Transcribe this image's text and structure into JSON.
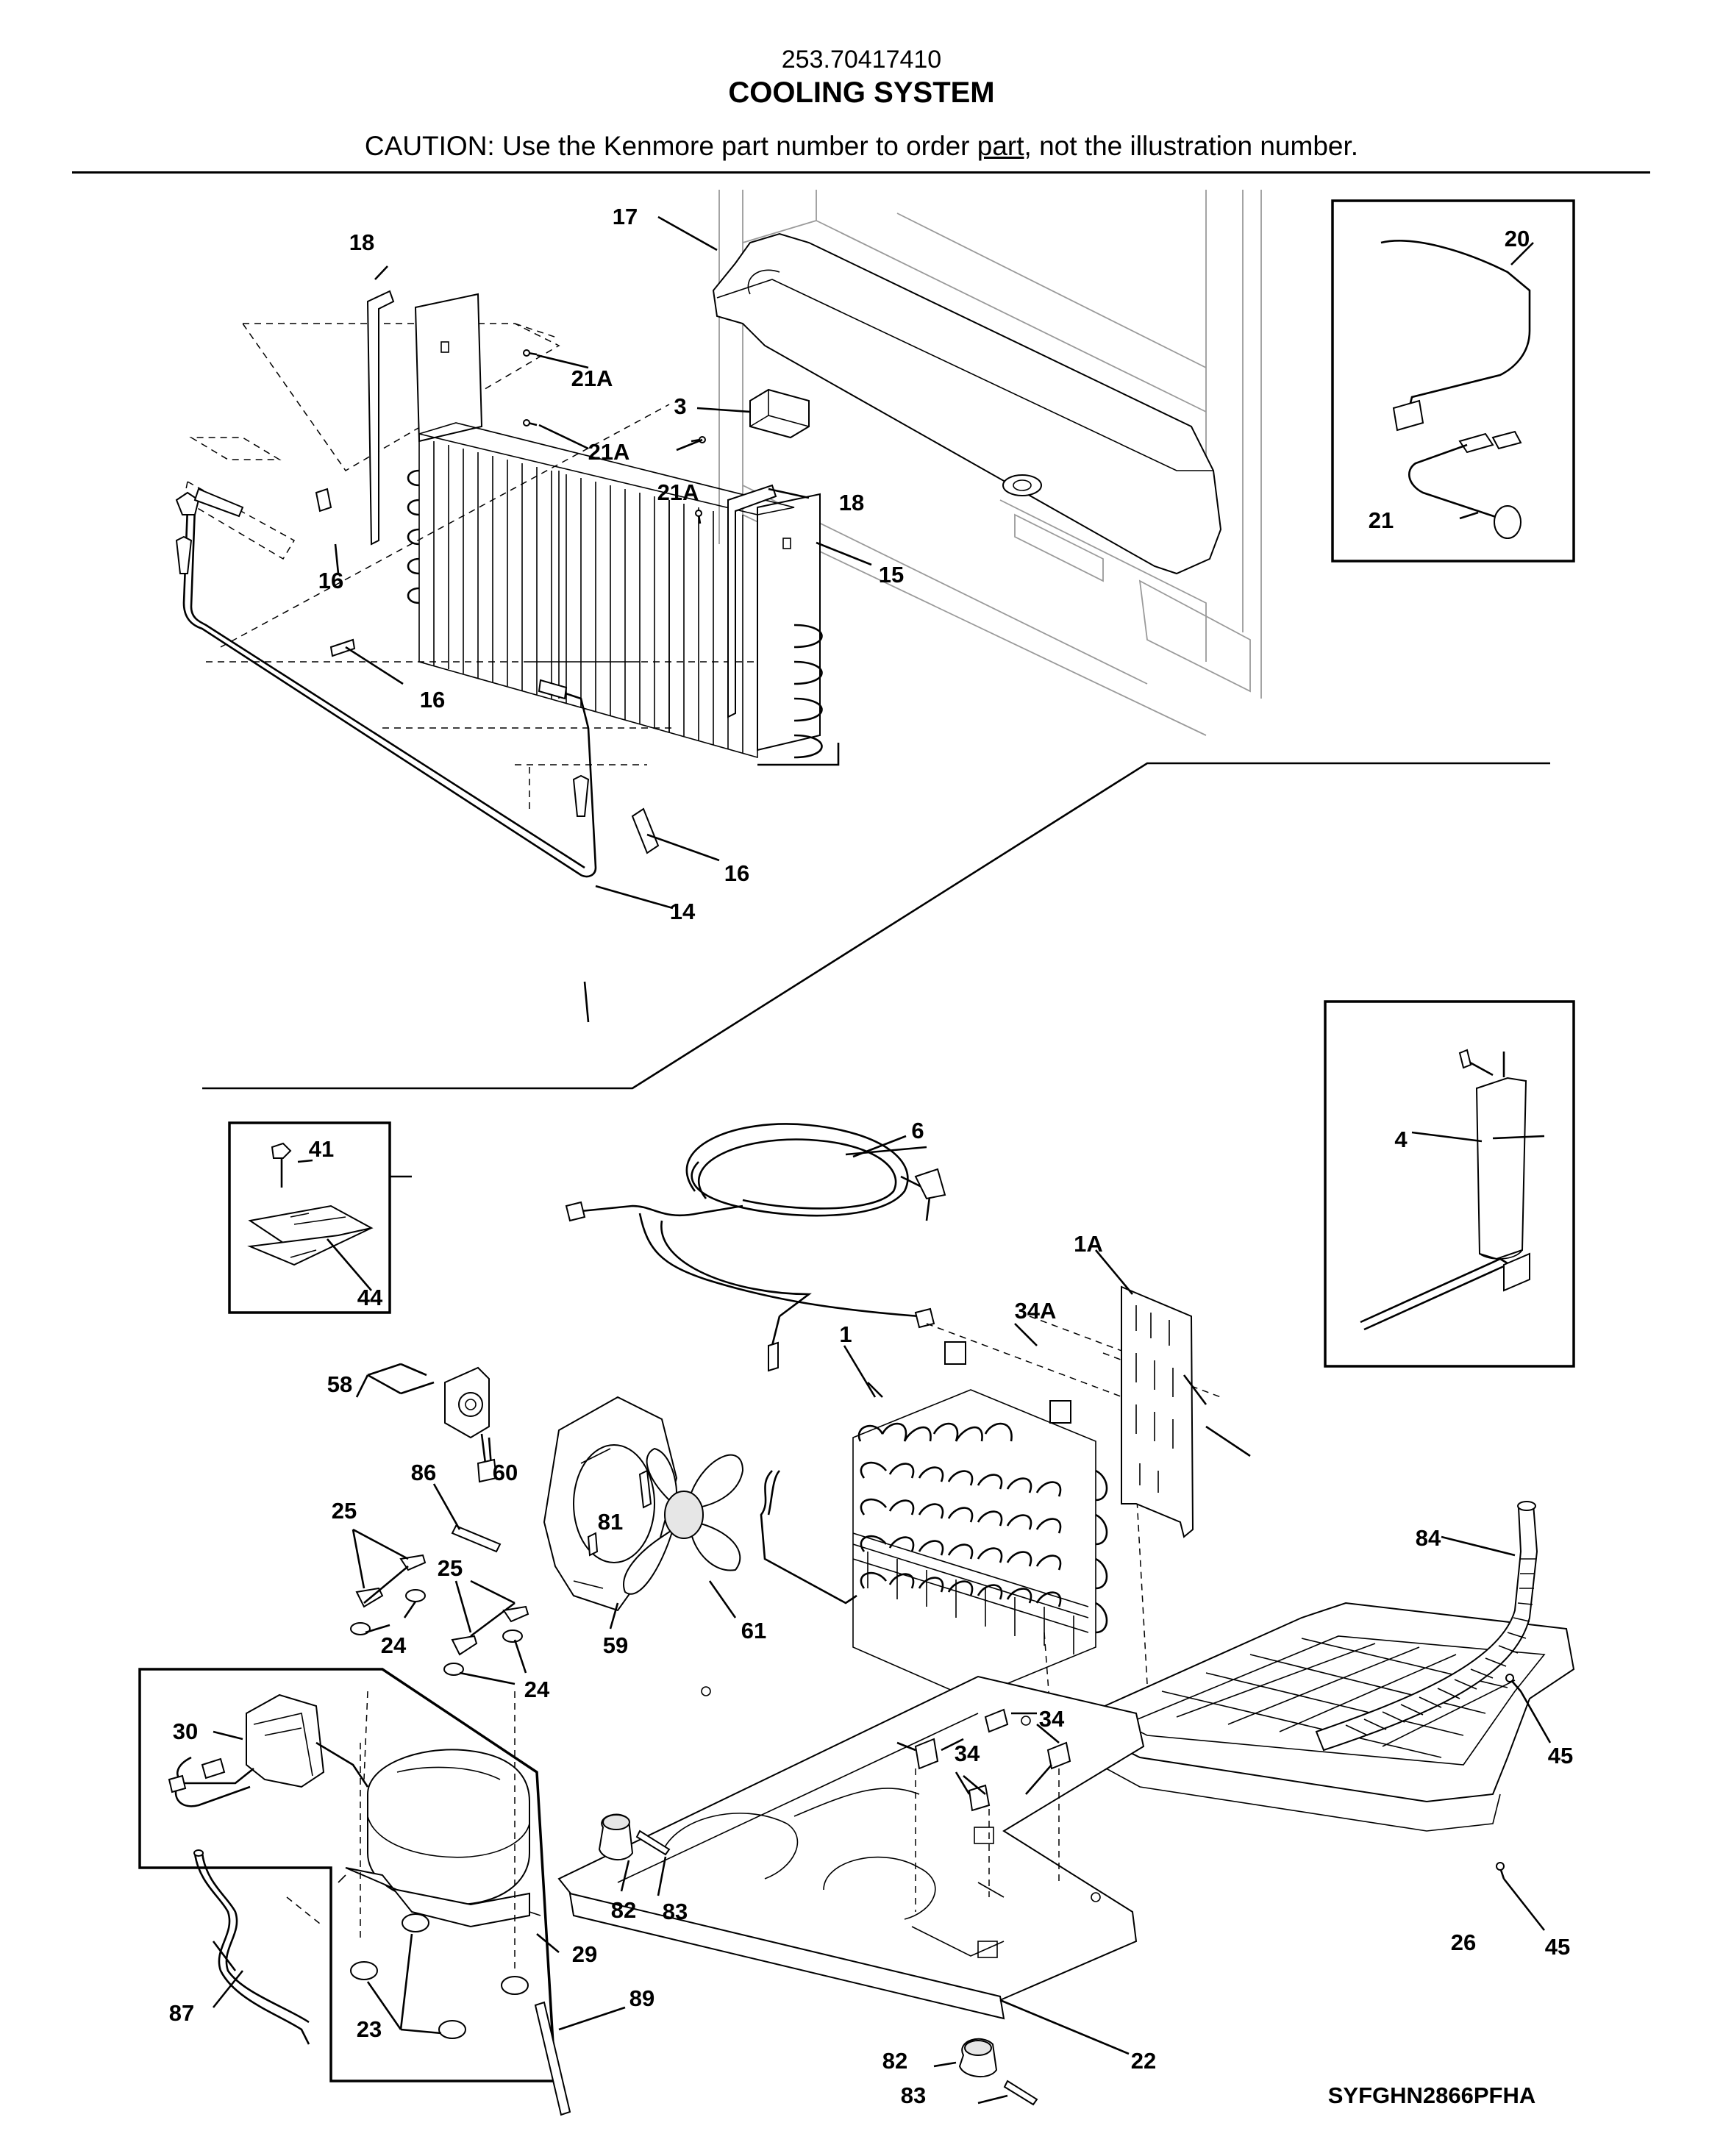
{
  "header": {
    "model_number": "253.70417410",
    "title": "COOLING SYSTEM",
    "caution_prefix": "CAUTION: Use the Kenmore part number to order ",
    "caution_link": "part",
    "caution_suffix": ", not the illustration number."
  },
  "callouts": {
    "c18a": "18",
    "c18b": "18",
    "c17": "17",
    "c20": "20",
    "c21": "21",
    "c21a1": "21A",
    "c21a2": "21A",
    "c21a3": "21A",
    "c3": "3",
    "c16a": "16",
    "c16b": "16",
    "c16c": "16",
    "c15": "15",
    "c14": "14",
    "c4": "4",
    "c6": "6",
    "c41": "41",
    "c44": "44",
    "c1a": "1A",
    "c34a": "34A",
    "c1": "1",
    "c58": "58",
    "c60": "60",
    "c86": "86",
    "c81": "81",
    "c25a": "25",
    "c25b": "25",
    "c24a": "24",
    "c24b": "24",
    "c59": "59",
    "c61": "61",
    "c84": "84",
    "c30": "30",
    "c34a2": "34",
    "c34b": "34",
    "c45a": "45",
    "c45b": "45",
    "c82a": "82",
    "c83a": "83",
    "c29": "29",
    "c87": "87",
    "c23": "23",
    "c89": "89",
    "c22": "22",
    "c26": "26",
    "c82b": "82",
    "c83b": "83"
  },
  "diagram_code": "SYFGHN2866PFHA"
}
